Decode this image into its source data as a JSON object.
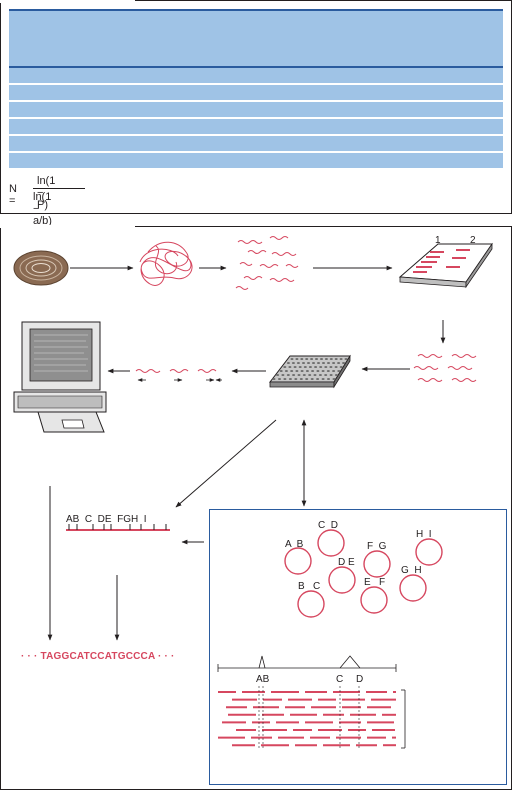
{
  "formula": {
    "lhs": "N =",
    "numerator": "ln(1 − P)",
    "denominator": "ln(1 − a/b)"
  },
  "gel_lanes": [
    "1",
    "2"
  ],
  "map_labels": [
    "A",
    "B",
    "C",
    "D",
    "E",
    "F",
    "G",
    "H",
    "I"
  ],
  "map_label_text": "AB  C  DE  FGH  I",
  "clone_labels": [
    {
      "id": "clone-cd",
      "text": "C  D"
    },
    {
      "id": "clone-ab",
      "text": "A  B"
    },
    {
      "id": "clone-fg",
      "text": "F  G"
    },
    {
      "id": "clone-hi",
      "text": "H  I"
    },
    {
      "id": "clone-de",
      "text": "D E"
    },
    {
      "id": "clone-bc",
      "text": "B   C"
    },
    {
      "id": "clone-ef",
      "text": "E   F"
    },
    {
      "id": "clone-gh",
      "text": "G  H"
    }
  ],
  "contig_labels": {
    "ab": "AB",
    "c": "C",
    "d": "D"
  },
  "sequence": "· · · TAGGCATCCATGCCCA · · ·",
  "colors": {
    "accent_red": "#d6475f",
    "table_blue": "#9fc3e6",
    "frame_blue": "#2a5b9e",
    "stroke": "#231f20"
  }
}
